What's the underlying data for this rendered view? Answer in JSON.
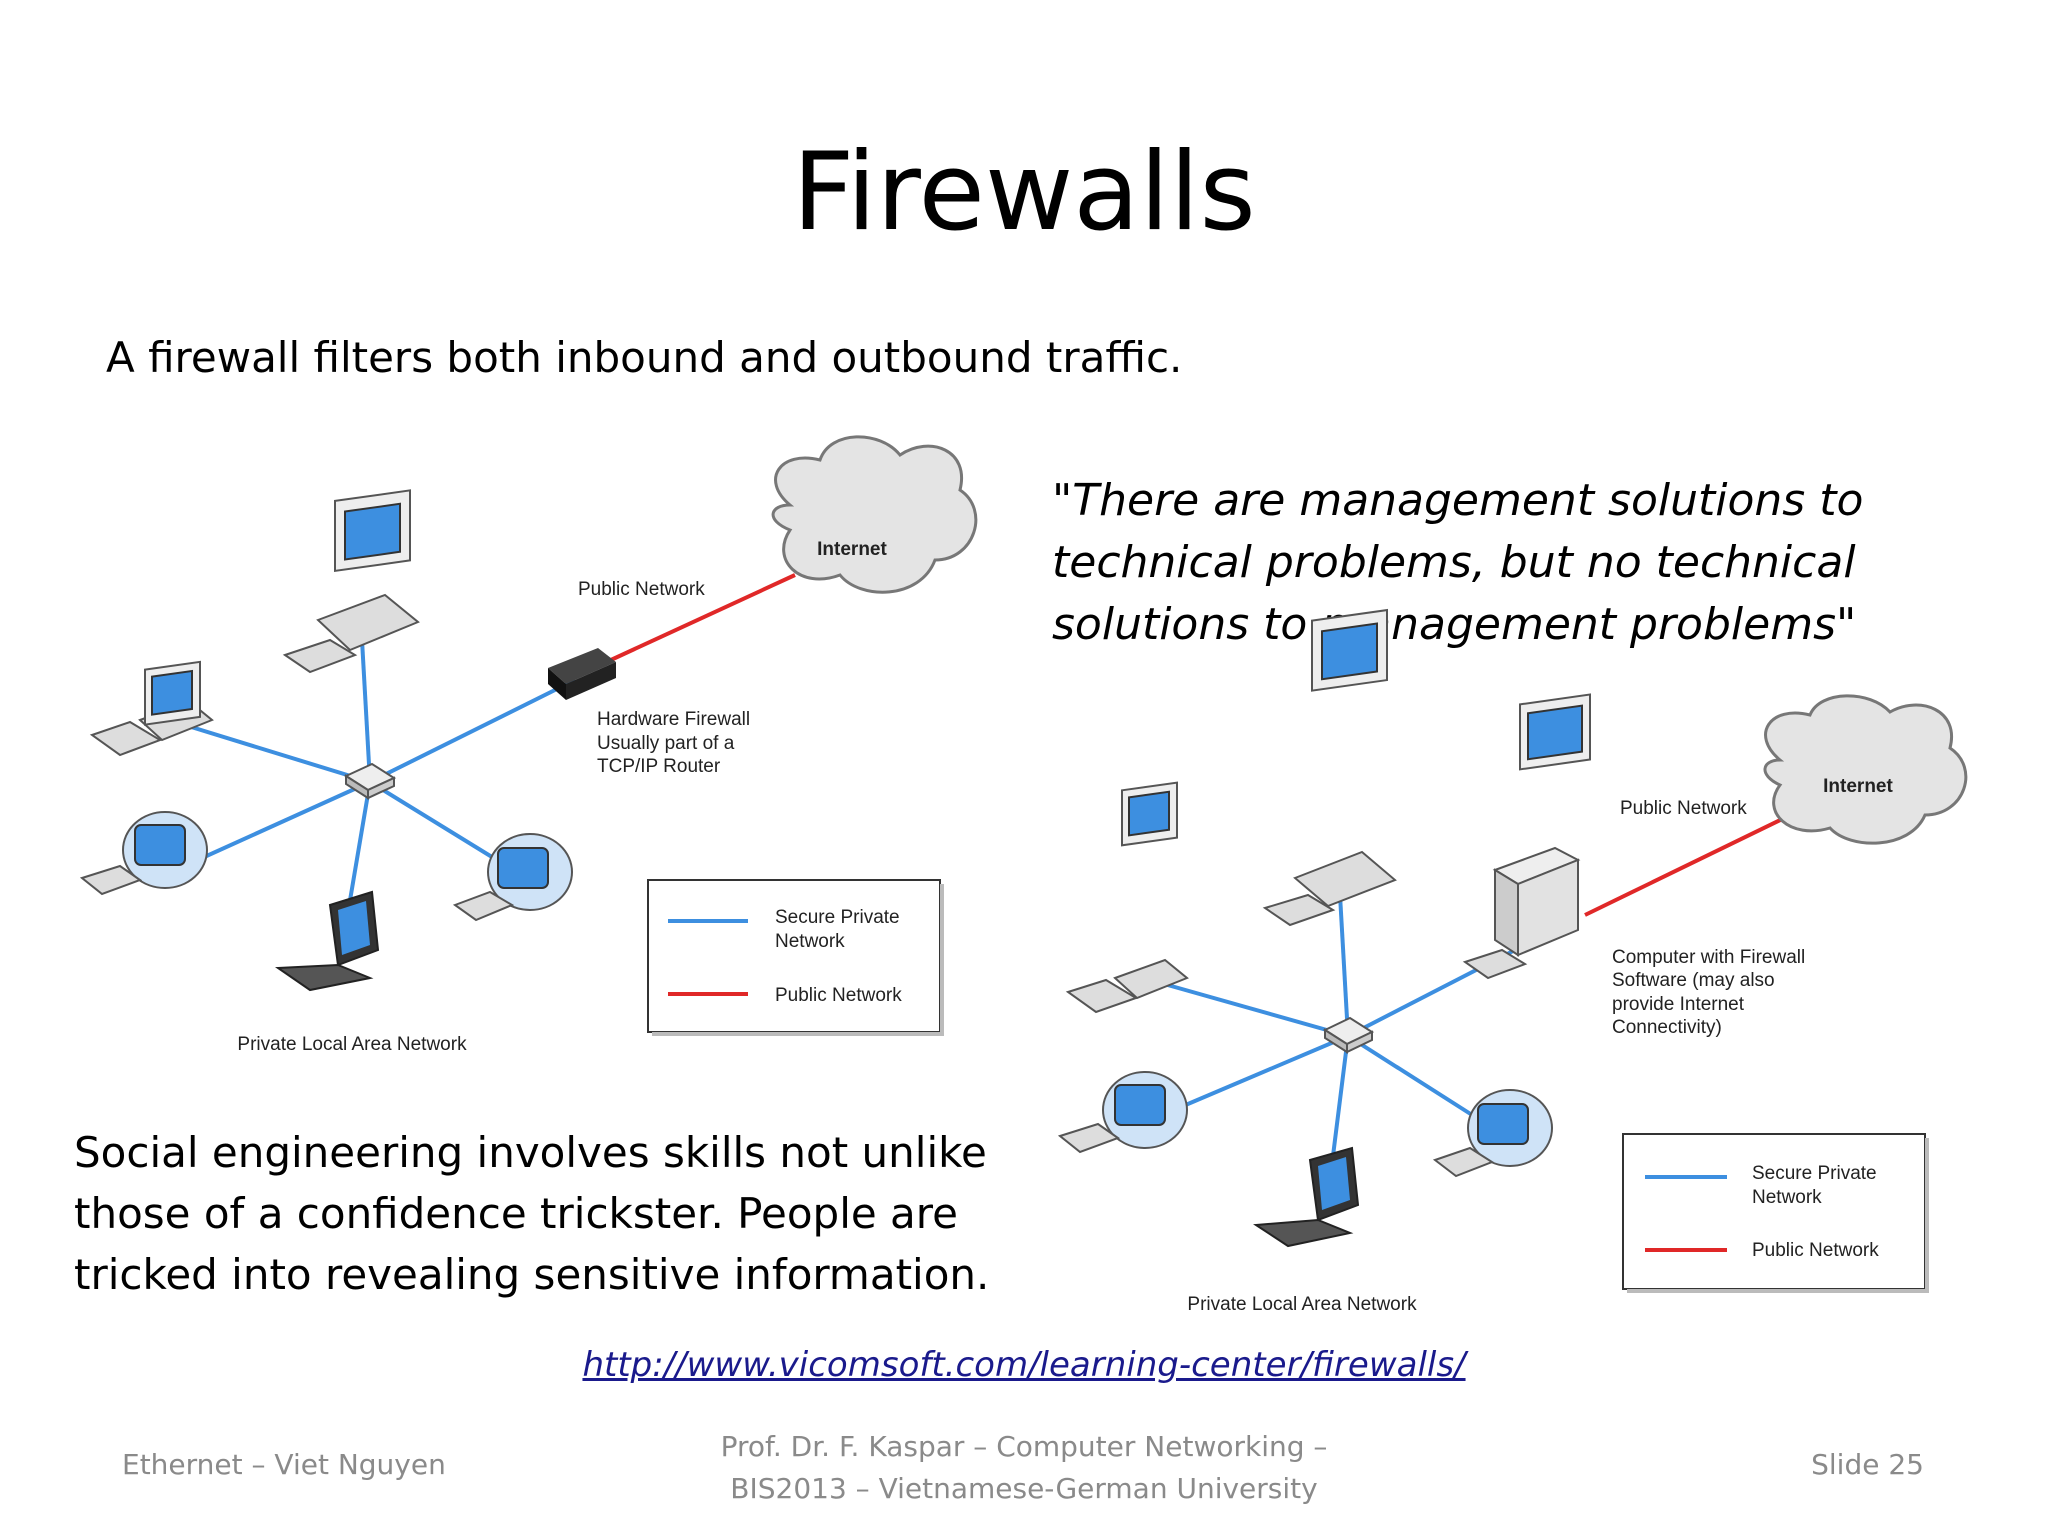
{
  "slide": {
    "title": "Firewalls",
    "subtitle": "A firewall filters both inbound and outbound traffic.",
    "quote_lines": [
      "\"There are management solutions to",
      "technical problems, but no technical",
      "solutions to management problems\""
    ],
    "social_lines": [
      "Social engineering involves skills not unlike",
      "those of a confidence trickster. People are",
      "tricked into revealing sensitive information."
    ],
    "link": "http://www.vicomsoft.com/learning-center/firewalls/"
  },
  "diagram_left": {
    "cloud_label": "Internet",
    "public_label": "Public Network",
    "device_lines": [
      "Hardware Firewall",
      "Usually part of a",
      "TCP/IP Router"
    ],
    "lan_label": "Private Local Area Network",
    "legend": {
      "secure_lines": [
        "Secure Private",
        "Network"
      ],
      "public": "Public Network"
    }
  },
  "diagram_right": {
    "cloud_label": "Internet",
    "public_label": "Public Network",
    "device_lines": [
      "Computer with Firewall",
      "Software (may also",
      "provide Internet",
      "Connectivity)"
    ],
    "lan_label": "Private Local Area Network",
    "legend": {
      "secure_lines": [
        "Secure Private",
        "Network"
      ],
      "public": "Public Network"
    }
  },
  "colors": {
    "secure": "#3d8fe0",
    "public": "#e02828",
    "link": "#1a1a8c"
  },
  "footer": {
    "left": "Ethernet – Viet Nguyen",
    "center_lines": [
      "Prof. Dr. F. Kaspar – Computer Networking –",
      "BIS2013 – Vietnamese-German University"
    ],
    "right": "Slide 25"
  }
}
